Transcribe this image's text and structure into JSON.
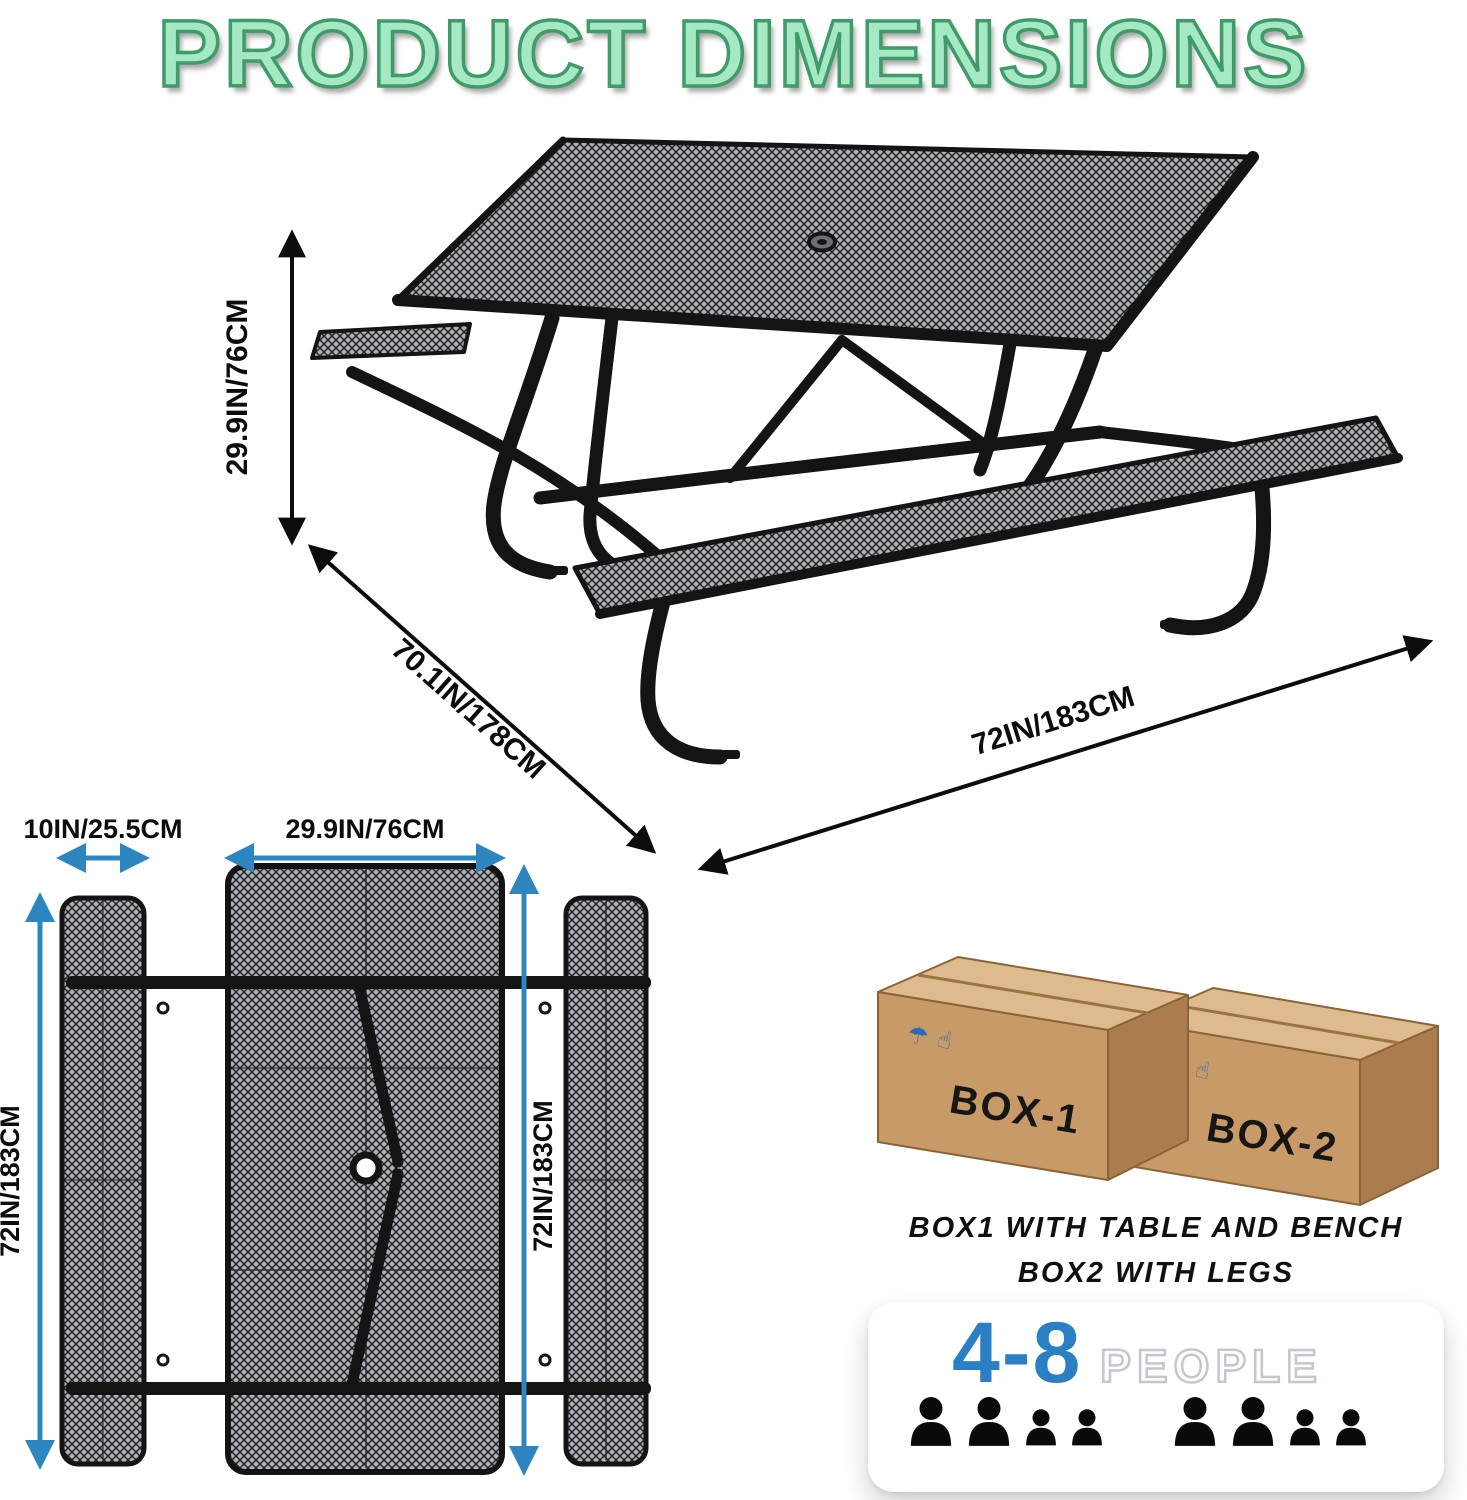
{
  "title": "PRODUCT DIMENSIONS",
  "perspective_view": {
    "height_label": "29.9IN/76CM",
    "depth_label": "70.1IN/178CM",
    "length_label": "72IN/183CM"
  },
  "top_view": {
    "bench_width_label": "10IN/25.5CM",
    "table_width_label": "29.9IN/76CM",
    "bench_length_label": "72IN/183CM",
    "table_length_label": "72IN/183CM"
  },
  "packaging": {
    "box1_label": "BOX-1",
    "box2_label": "BOX-2",
    "note_line1": "BOX1 WITH TABLE AND BENCH",
    "note_line2": "BOX2 WITH LEGS"
  },
  "icons": {
    "umbrella": "☂",
    "handle_with_care": "☝"
  },
  "capacity": {
    "range": "4-8",
    "label": "PEOPLE"
  },
  "colors": {
    "title_green": "#a5e9c4",
    "title_outline": "#3f9b68",
    "dimension_black": "#0c0c0c",
    "dimension_blue": "#2e86c1",
    "people_blue": "#2b7fc4",
    "cardboard_front": "#c89a68",
    "cardboard_top": "#ddbb8e",
    "cardboard_side": "#aa7c4e"
  }
}
